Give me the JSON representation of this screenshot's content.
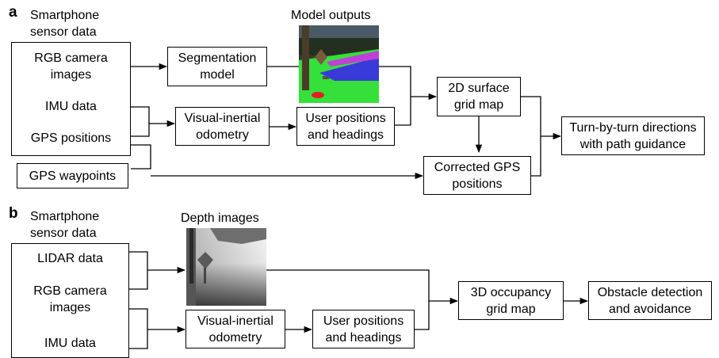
{
  "panel_a": {
    "letter": "a",
    "sensor_title_1": "Smartphone",
    "sensor_title_2": "sensor data",
    "inputs": [
      "RGB camera",
      "images",
      "IMU data",
      "GPS positions"
    ],
    "gps_waypoints": "GPS waypoints",
    "segmentation_model": "Segmentation\nmodel",
    "model_outputs_title": "Model outputs",
    "visual_inertial_odometry": "Visual-inertial\nodometry",
    "user_positions_headings": "User positions\nand headings",
    "surface_grid_map": "2D surface\ngrid map",
    "corrected_gps": "Corrected GPS\npositions",
    "turn_by_turn": "Turn-by-turn directions\nwith path guidance"
  },
  "panel_b": {
    "letter": "b",
    "sensor_title_1": "Smartphone",
    "sensor_title_2": "sensor data",
    "inputs": [
      "LIDAR data",
      "RGB camera",
      "images",
      "IMU data"
    ],
    "depth_images_title": "Depth images",
    "visual_inertial_odometry": "Visual-inertial\nodometry",
    "user_positions_headings": "User positions\nand headings",
    "occupancy_grid_map": "3D occupancy\ngrid map",
    "obstacle_detection": "Obstacle detection\nand avoidance"
  },
  "colors": {
    "line": "#000000",
    "grass": "#35e03a",
    "path": "#3a3ad8",
    "marker": "#e02020"
  }
}
